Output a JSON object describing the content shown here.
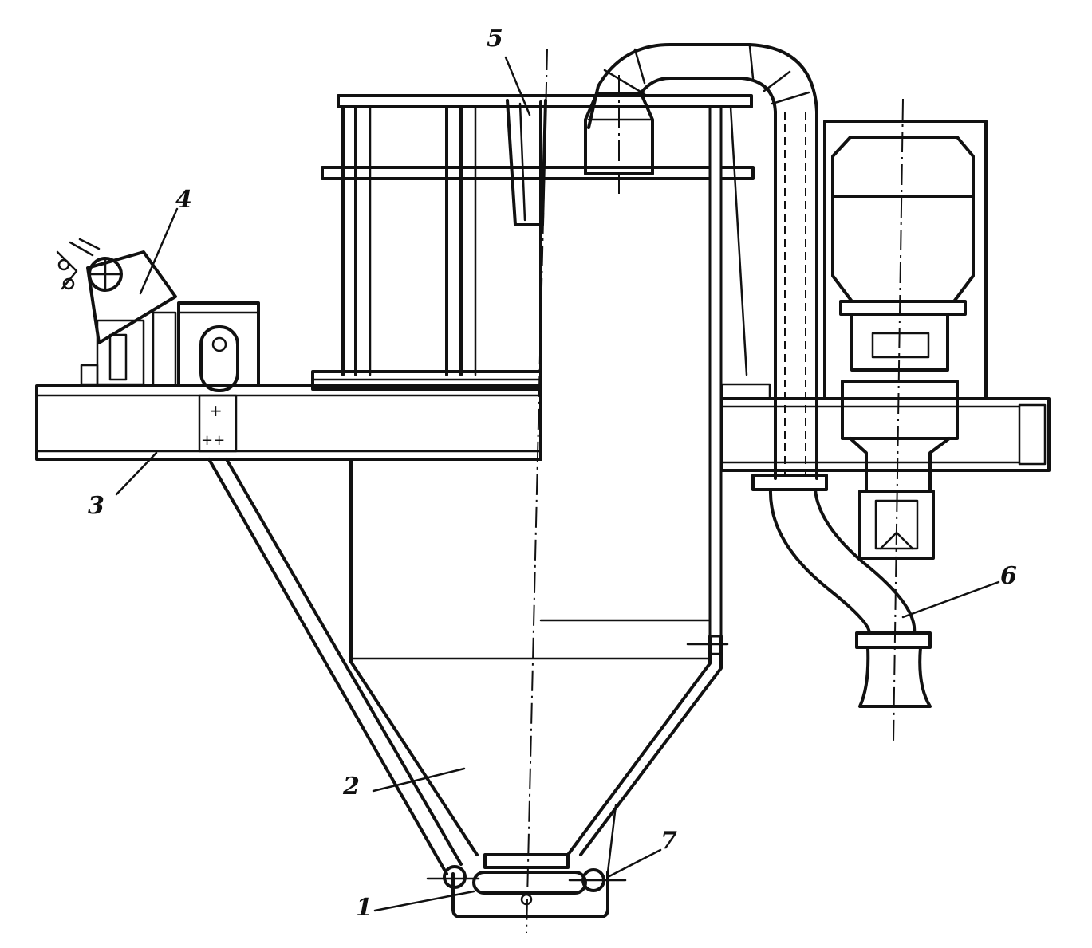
{
  "figure": {
    "callouts": [
      {
        "id": "1",
        "text": "1"
      },
      {
        "id": "2",
        "text": "2"
      },
      {
        "id": "3",
        "text": "3"
      },
      {
        "id": "4",
        "text": "4"
      },
      {
        "id": "5",
        "text": "5"
      },
      {
        "id": "6",
        "text": "6"
      },
      {
        "id": "7",
        "text": "7"
      }
    ],
    "colors": {
      "ink": "#111111",
      "paper": "#ffffff"
    }
  }
}
